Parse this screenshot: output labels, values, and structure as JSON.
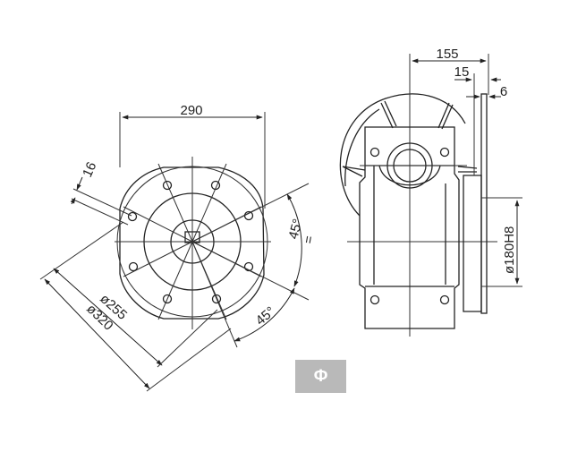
{
  "dimensions": {
    "width_290": "290",
    "hole_spacing_16": "16",
    "angle_45_right": "45°",
    "angle_45_bottom": "45°",
    "equal_mark": "=",
    "dia_255": "ø255",
    "dia_320": "ø320",
    "length_155": "155",
    "length_15": "15",
    "length_6": "6",
    "dia_180H8": "ø180H8"
  },
  "badge": {
    "label": "Φ"
  },
  "colors": {
    "line": "#222222",
    "badge_bg": "#b9b9b9",
    "badge_text": "#ffffff"
  }
}
